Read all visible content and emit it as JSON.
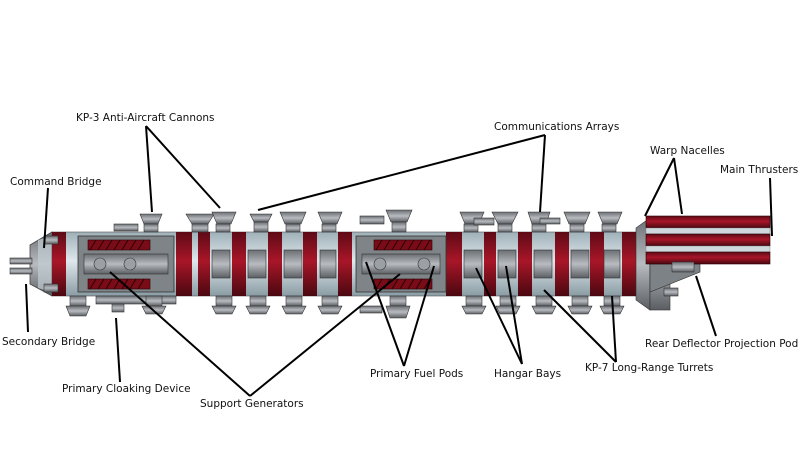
{
  "labels": {
    "anti_aircraft": "KP-3  Anti-Aircraft Cannons",
    "comms": "Communications Arrays",
    "warp": "Warp Nacelles",
    "thrusters": "Main Thrusters",
    "command_bridge": "Command Bridge",
    "secondary_bridge": "Secondary Bridge",
    "cloaking": "Primary Cloaking Device",
    "support": "Support Generators",
    "fuel": "Primary Fuel Pods",
    "hangar": "Hangar Bays",
    "turrets": "KP-7 Long-Range Turrets",
    "deflector": "Rear Deflector Projection Pod"
  },
  "colors": {
    "hull_red": "#8b1020",
    "hull_light": "#c9d6dc",
    "metal": "#8e9296",
    "metal_dark": "#5c6064",
    "line": "#000000"
  }
}
